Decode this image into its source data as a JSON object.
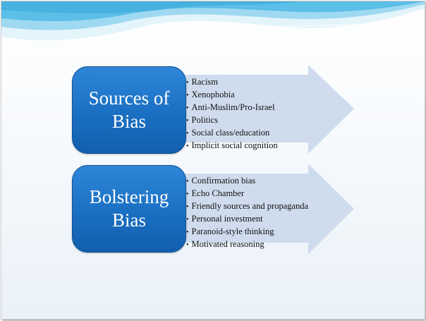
{
  "colors": {
    "box_fill": "#1a6fc2",
    "arrow_fill": "#cfdcee",
    "wave_light": "#bfe6f5",
    "wave_mid": "#5fc2e8"
  },
  "groups": [
    {
      "title_lines": [
        "Sources of",
        "Bias"
      ],
      "items": [
        "Racism",
        "Xenophobia",
        "Anti-Muslim/Pro-Israel",
        "Politics",
        "Social class/education",
        "Implicit social cognition"
      ]
    },
    {
      "title_lines": [
        "Bolstering",
        "Bias"
      ],
      "items": [
        "Confirmation bias",
        "Echo Chamber",
        "Friendly sources and propaganda",
        "Personal investment",
        "Paranoid-style thinking",
        "Motivated reasoning"
      ]
    }
  ]
}
